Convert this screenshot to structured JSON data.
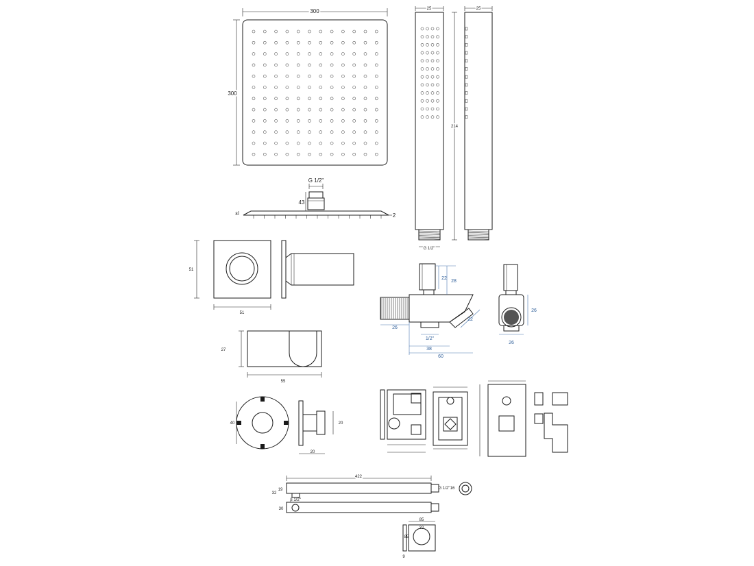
{
  "shower_head": {
    "width": "300",
    "height": "300",
    "thread": "G 1/2\"",
    "arm_height": "43",
    "edge": "8",
    "thickness": "2"
  },
  "handset": {
    "width_front": "25",
    "width_side": "25",
    "length": "214",
    "thread": "G 1/2\""
  },
  "wall_outlet": {
    "width": "51",
    "height": "51"
  },
  "diverter": {
    "dim1": "22",
    "dim2": "28",
    "dim3": "22",
    "dim4": "26",
    "thread": "1/2\"",
    "dim5": "38",
    "dim6": "60",
    "dim7": "26",
    "dim8": "26"
  },
  "holder": {
    "height": "27",
    "length": "55"
  },
  "flange": {
    "diameter": "40",
    "depth": "20",
    "width": "20"
  },
  "arm": {
    "length": "422",
    "dim_a": "19",
    "dim_b": "32",
    "dim_c": "30",
    "dim_d": "16",
    "thread_a": "G 1/2\"",
    "thread_b": "β 1/2\"",
    "flange_width": "85",
    "flange_inner": "32",
    "flange_height": "85",
    "flange_depth": "9"
  }
}
